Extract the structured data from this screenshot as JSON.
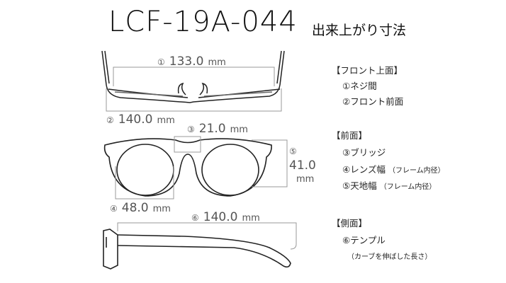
{
  "title": "LCF-19A-044",
  "subtitle": "出来上がり寸法",
  "dimensions": [
    {
      "mark": "①",
      "value": "133.0",
      "unit": "mm"
    },
    {
      "mark": "②",
      "value": "140.0",
      "unit": "mm"
    },
    {
      "mark": "③",
      "value": "21.0",
      "unit": "mm"
    },
    {
      "mark": "④",
      "value": "48.0",
      "unit": "mm"
    },
    {
      "mark": "⑤",
      "value": "41.0",
      "unit": "mm"
    },
    {
      "mark": "⑥",
      "value": "140.0",
      "unit": "mm"
    }
  ],
  "legend": {
    "front_top": {
      "heading": "【フロント上面】",
      "items": [
        "①ネジ間",
        "②フロント前面"
      ]
    },
    "front": {
      "heading": "【前面】",
      "items": [
        "③ブリッジ",
        "④レンズ幅",
        "⑤天地幅"
      ],
      "note": "（フレーム内径）"
    },
    "side": {
      "heading": "【側面】",
      "items": [
        "⑥テンプル"
      ],
      "note": "（カーブを伸ばした長さ）"
    }
  }
}
